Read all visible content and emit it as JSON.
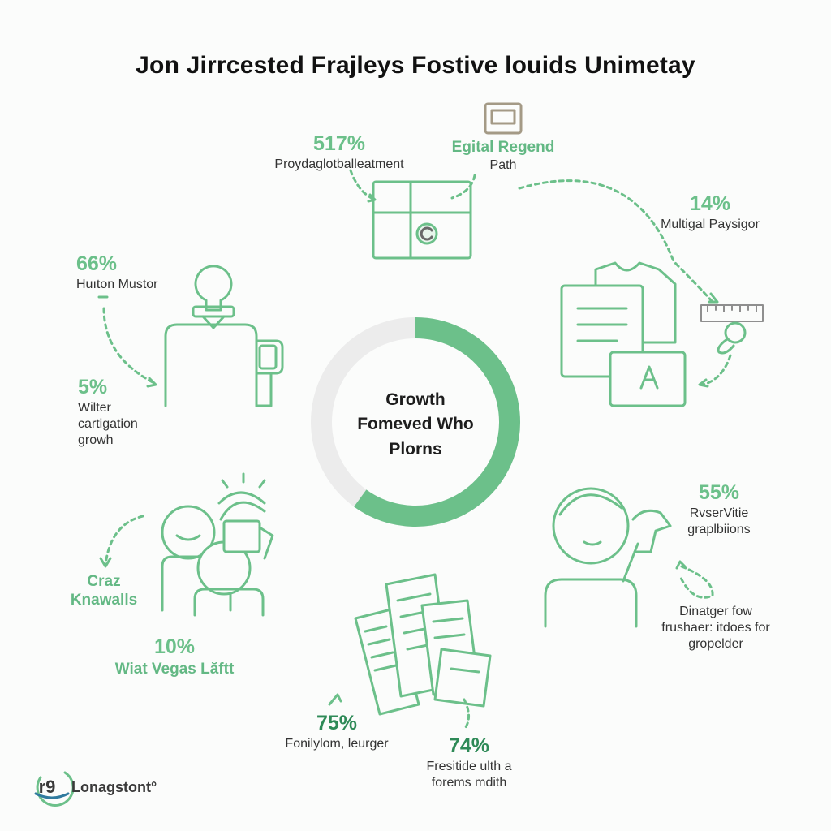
{
  "title": "Jon Jirrcested Frajleys Fostive louids Unimetay",
  "center": {
    "line1": "Growth",
    "line2": "Fomeved Who",
    "line3": "Plorns",
    "ring_fill_fraction": 0.6
  },
  "colors": {
    "accent": "#6cc08a",
    "accent_dark": "#2e8a57",
    "ring_track": "#ececec"
  },
  "stats": [
    {
      "id": "top-left",
      "value": "517%",
      "label": "Proydaglotballeatment"
    },
    {
      "id": "top-center",
      "title": "Egital Regend",
      "label": "Path"
    },
    {
      "id": "top-right",
      "value": "14%",
      "label": "Multigal Paysigor"
    },
    {
      "id": "left-upper",
      "value": "66%",
      "label": "Huıton Mustor"
    },
    {
      "id": "left-middle",
      "value": "5%",
      "label_lines": [
        "Wilter",
        "cartigation",
        "growh"
      ]
    },
    {
      "id": "left-lower",
      "title_lines": [
        "Craz",
        "Knawalls"
      ]
    },
    {
      "id": "left-bottom",
      "value": "10%",
      "label": "Wiat Vegas Lăftt"
    },
    {
      "id": "right-middle",
      "value": "55%",
      "label_lines": [
        "RvserVitie",
        "graplbiions"
      ]
    },
    {
      "id": "right-lower",
      "label_lines": [
        "Dinatger fow",
        "frushaer: itdoes for",
        "gropelder"
      ]
    },
    {
      "id": "bottom-left",
      "value": "75%",
      "label": "Fonilylom, leurger"
    },
    {
      "id": "bottom-right",
      "value": "74%",
      "label_lines": [
        "Fresitide ulth a",
        "forems mdith"
      ]
    }
  ],
  "brand": {
    "logo_text": "r9",
    "name": "Lonagstont°"
  }
}
